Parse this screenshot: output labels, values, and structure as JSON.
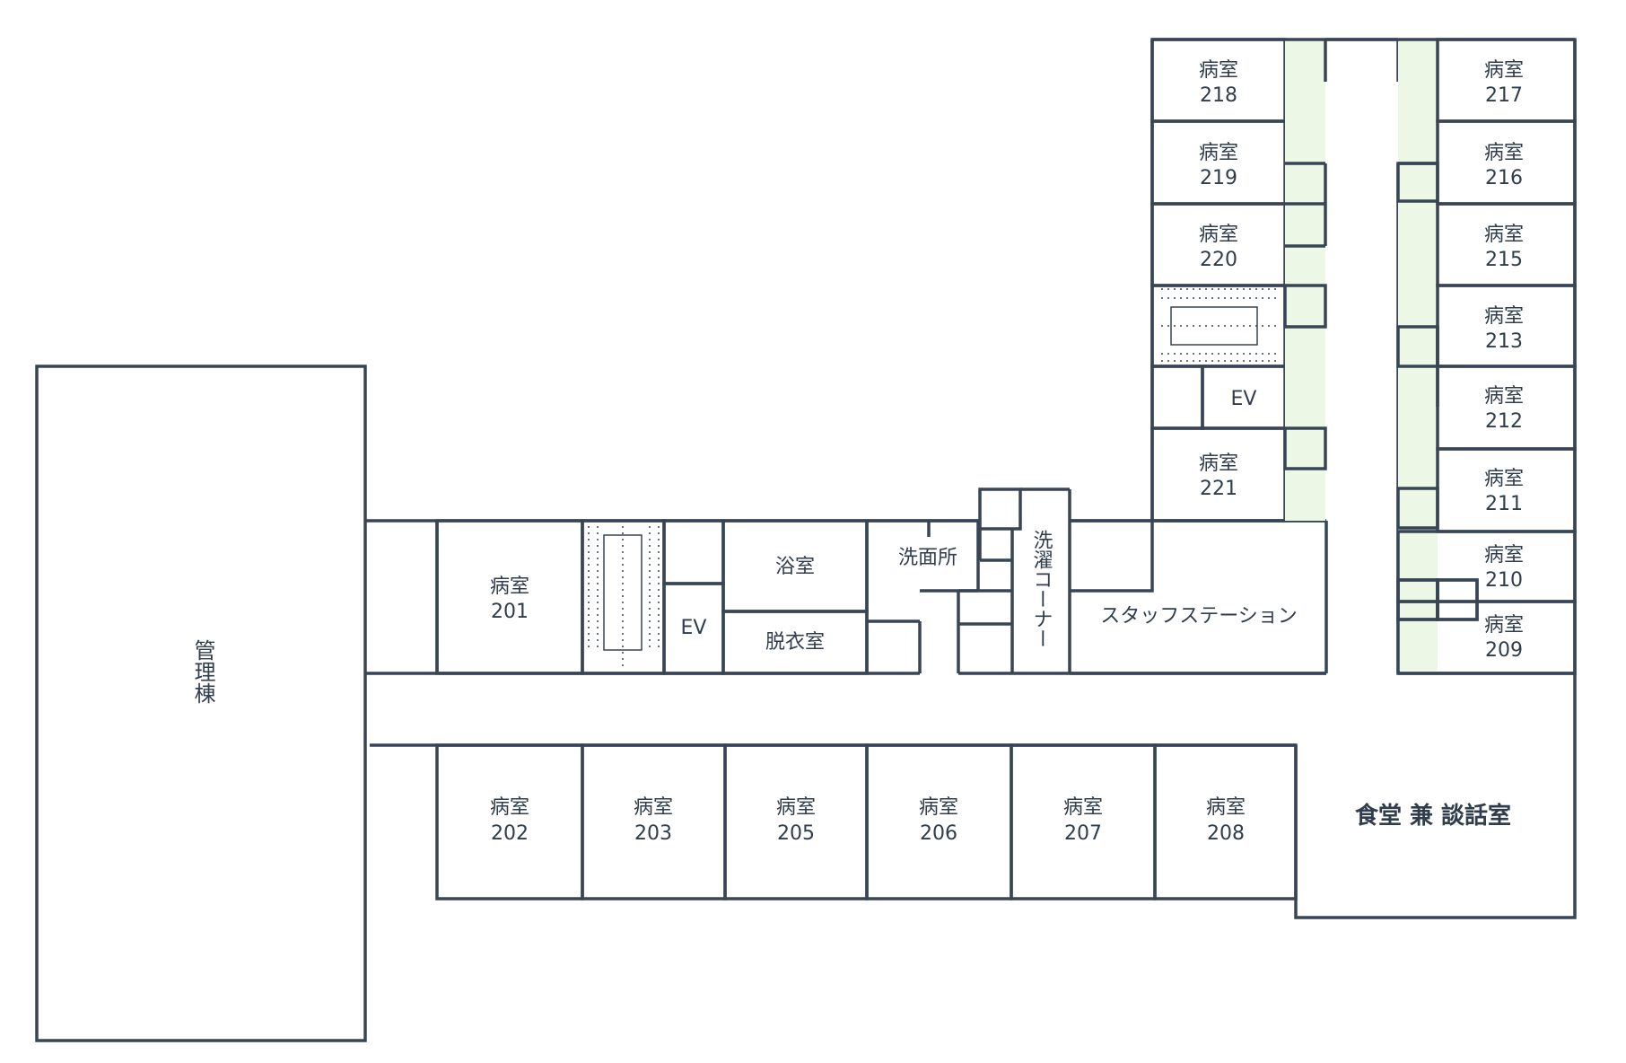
{
  "rooms": {
    "admin": "管理棟",
    "r201": {
      "name": "病室",
      "num": "201"
    },
    "r202": {
      "name": "病室",
      "num": "202"
    },
    "r203": {
      "name": "病室",
      "num": "203"
    },
    "r205": {
      "name": "病室",
      "num": "205"
    },
    "r206": {
      "name": "病室",
      "num": "206"
    },
    "r207": {
      "name": "病室",
      "num": "207"
    },
    "r208": {
      "name": "病室",
      "num": "208"
    },
    "r209": {
      "name": "病室",
      "num": "209"
    },
    "r210": {
      "name": "病室",
      "num": "210"
    },
    "r211": {
      "name": "病室",
      "num": "211"
    },
    "r212": {
      "name": "病室",
      "num": "212"
    },
    "r213": {
      "name": "病室",
      "num": "213"
    },
    "r215": {
      "name": "病室",
      "num": "215"
    },
    "r216": {
      "name": "病室",
      "num": "216"
    },
    "r217": {
      "name": "病室",
      "num": "217"
    },
    "r218": {
      "name": "病室",
      "num": "218"
    },
    "r219": {
      "name": "病室",
      "num": "219"
    },
    "r220": {
      "name": "病室",
      "num": "220"
    },
    "r221": {
      "name": "病室",
      "num": "221"
    },
    "ev_left": "EV",
    "ev_right": "EV",
    "bath": "浴室",
    "dressing": "脱衣室",
    "washroom": "洗面所",
    "laundry": "洗濯コーナー",
    "staff_station": "スタッフステーション",
    "dining": "食堂 兼 談話室"
  },
  "colors": {
    "wall": "#374554",
    "room_fill": "#edf7e6",
    "ev_fill": "#d6efc6",
    "stair_fill": "#d6efc6",
    "text": "#2f3d4c",
    "background": "#ffffff"
  }
}
